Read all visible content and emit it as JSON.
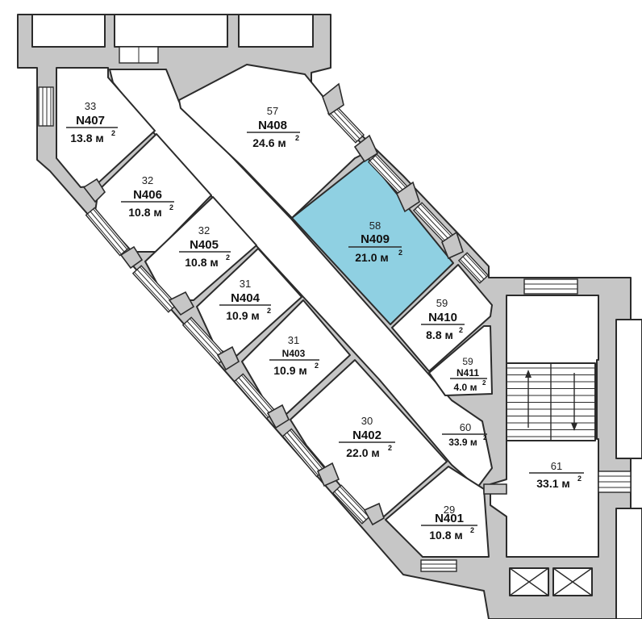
{
  "rooms": [
    {
      "id": "57",
      "name": "N408",
      "area": "24.6 м",
      "sup": "2"
    },
    {
      "id": "58",
      "name": "N409",
      "area": "21.0 м",
      "sup": "2",
      "highlighted": true
    },
    {
      "id": "59",
      "name": "N410",
      "area": "8.8 м",
      "sup": "2"
    },
    {
      "id": "59",
      "name": "N411",
      "area": "4.0 м",
      "sup": "2"
    },
    {
      "id": "33",
      "name": "N407",
      "area": "13.8 м",
      "sup": "2"
    },
    {
      "id": "32",
      "name": "N406",
      "area": "10.8 м",
      "sup": "2"
    },
    {
      "id": "32",
      "name": "N405",
      "area": "10.8 м",
      "sup": "2"
    },
    {
      "id": "31",
      "name": "N404",
      "area": "10.9 м",
      "sup": "2"
    },
    {
      "id": "31",
      "name": "N403",
      "area": "10.9 м",
      "sup": "2"
    },
    {
      "id": "30",
      "name": "N402",
      "area": "22.0 м",
      "sup": "2"
    },
    {
      "id": "29",
      "name": "N401",
      "area": "10.8 м",
      "sup": "2"
    }
  ],
  "corridor": {
    "id": "60",
    "area": "33.9 м",
    "sup": "2"
  },
  "hall": {
    "id": "61",
    "area": "33.1 м",
    "sup": "2"
  },
  "colors": {
    "highlight": "#8fd0e2",
    "wall": "#c6c6c6",
    "line": "#2b2b2b"
  }
}
